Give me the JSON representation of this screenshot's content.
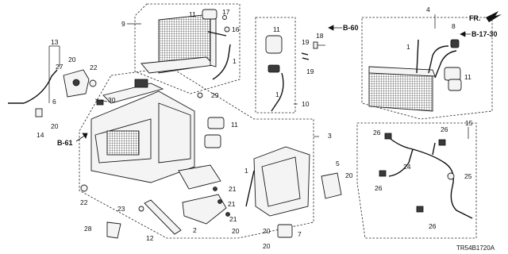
{
  "diagram": {
    "part_code": "TR54B1720A",
    "front_label": "FR.",
    "refs": {
      "b60": "B-60",
      "b1730": "B-17-30",
      "b61": "B-61"
    },
    "callouts": {
      "c1a": "1",
      "c1b": "1",
      "c1c": "1",
      "c1d": "1",
      "c2": "2",
      "c3": "3",
      "c4": "4",
      "c5": "5",
      "c6": "6",
      "c7": "7",
      "c8": "8",
      "c9": "9",
      "c10": "10",
      "c11a": "11",
      "c11b": "11",
      "c11c": "11",
      "c11d": "11",
      "c12": "12",
      "c13": "13",
      "c14": "14",
      "c15": "15",
      "c16": "16",
      "c17": "17",
      "c18": "18",
      "c19a": "19",
      "c19b": "19",
      "c20a": "20",
      "c20b": "20",
      "c20c": "20",
      "c20d": "20",
      "c20e": "20",
      "c20f": "20",
      "c21a": "21",
      "c21b": "21",
      "c21c": "21",
      "c22a": "22",
      "c22b": "22",
      "c23": "23",
      "c24": "24",
      "c25": "25",
      "c26a": "26",
      "c26b": "26",
      "c26c": "26",
      "c26d": "26",
      "c27": "27",
      "c28": "28",
      "c29": "29",
      "c30": "30"
    }
  }
}
